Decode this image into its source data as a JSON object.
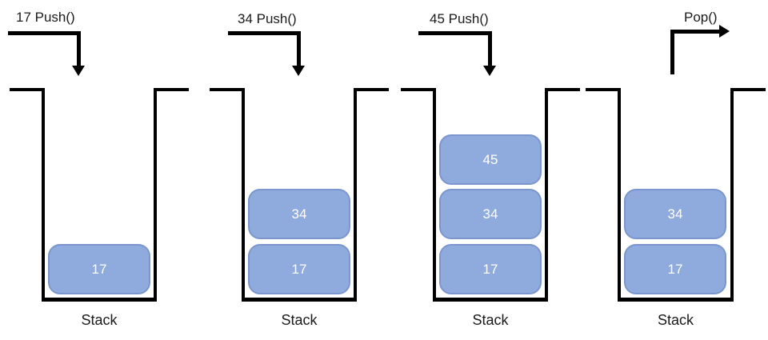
{
  "diagram": {
    "subject": "stack-push-pop-operations",
    "colors": {
      "background": "#FFFFFF",
      "line": "#000000",
      "item_fill": "#8FAADC",
      "item_border": "#7B96CE",
      "item_text": "#FFFFFF",
      "label_text": "#1A1A1A"
    },
    "panels": [
      {
        "operation": "17 Push()",
        "arrow": "push-down",
        "items": [
          "17"
        ],
        "stack_label": "Stack"
      },
      {
        "operation": "34 Push()",
        "arrow": "push-down",
        "items": [
          "34",
          "17"
        ],
        "stack_label": "Stack"
      },
      {
        "operation": "45 Push()",
        "arrow": "push-down",
        "items": [
          "45",
          "34",
          "17"
        ],
        "stack_label": "Stack"
      },
      {
        "operation": "Pop()",
        "arrow": "pop-up-right",
        "items": [
          "34",
          "17"
        ],
        "stack_label": "Stack"
      }
    ]
  }
}
